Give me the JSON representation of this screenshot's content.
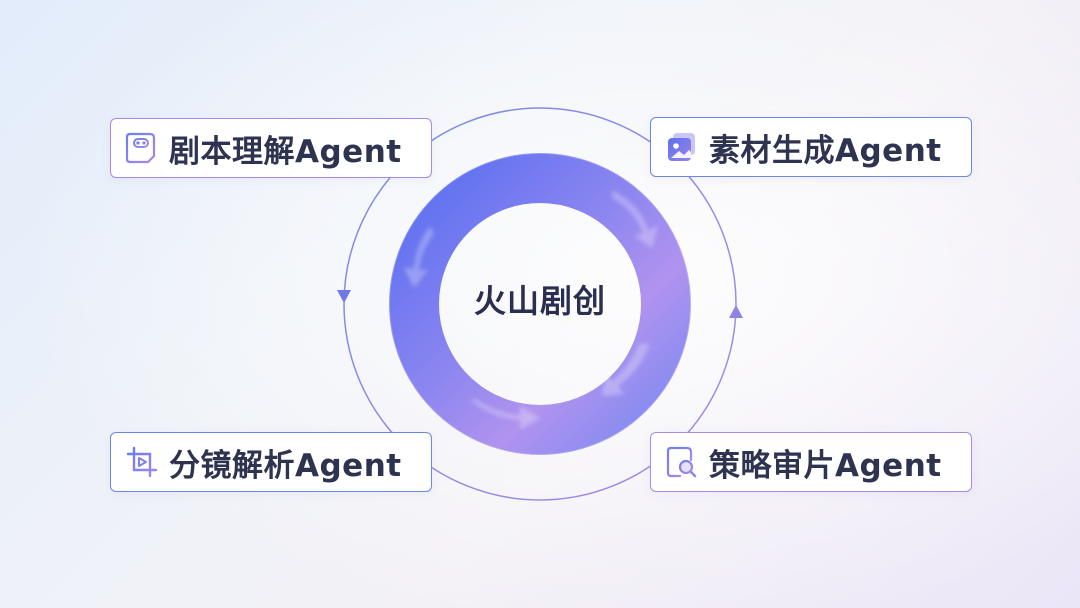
{
  "center": {
    "title": "火山剧创"
  },
  "agents": [
    {
      "label": "剧本理解Agent",
      "icon": "script-robot-icon"
    },
    {
      "label": "素材生成Agent",
      "icon": "image-gallery-icon"
    },
    {
      "label": "分镜解析Agent",
      "icon": "video-crop-icon"
    },
    {
      "label": "策略审片Agent",
      "icon": "document-search-icon"
    }
  ],
  "colors": {
    "accent_blue": "#5b74f0",
    "accent_purple": "#a27ce8",
    "text_dark": "#2e3350"
  }
}
